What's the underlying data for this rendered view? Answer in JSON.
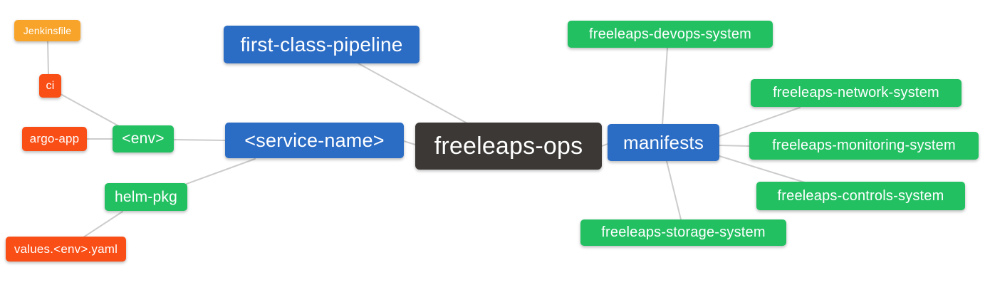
{
  "diagram": {
    "type": "mindmap",
    "background_color": "#ffffff",
    "edge_color": "#cccccc",
    "colors": {
      "root": "#3b3835",
      "branch": "#2b6cc4",
      "leaf_green": "#23c062",
      "leaf_red": "#f94e16",
      "leaf_orange": "#f8a42a",
      "text": "#ffffff"
    },
    "root": "freeleaps-ops",
    "nodes": {
      "jenkinsfile": {
        "label": "Jenkinsfile",
        "color": "#f8a42a"
      },
      "ci": {
        "label": "ci",
        "color": "#f94e16"
      },
      "argo_app": {
        "label": "argo-app",
        "color": "#f94e16"
      },
      "env": {
        "label": "<env>",
        "color": "#23c062"
      },
      "helm_pkg": {
        "label": "helm-pkg",
        "color": "#23c062"
      },
      "values_env_yaml": {
        "label": "values.<env>.yaml",
        "color": "#f94e16"
      },
      "service_name": {
        "label": "<service-name>",
        "color": "#2b6cc4"
      },
      "first_class_pipeline": {
        "label": "first-class-pipeline",
        "color": "#2b6cc4"
      },
      "freeleaps_ops": {
        "label": "freeleaps-ops",
        "color": "#3b3835"
      },
      "manifests": {
        "label": "manifests",
        "color": "#2b6cc4"
      },
      "devops_system": {
        "label": "freeleaps-devops-system",
        "color": "#23c062"
      },
      "network_system": {
        "label": "freeleaps-network-system",
        "color": "#23c062"
      },
      "monitoring_system": {
        "label": "freeleaps-monitoring-system",
        "color": "#23c062"
      },
      "controls_system": {
        "label": "freeleaps-controls-system",
        "color": "#23c062"
      },
      "storage_system": {
        "label": "freeleaps-storage-system",
        "color": "#23c062"
      }
    },
    "edges": [
      [
        "jenkinsfile",
        "ci"
      ],
      [
        "ci",
        "env"
      ],
      [
        "argo_app",
        "env"
      ],
      [
        "env",
        "service_name"
      ],
      [
        "helm_pkg",
        "service_name"
      ],
      [
        "values_env_yaml",
        "helm_pkg"
      ],
      [
        "first_class_pipeline",
        "freeleaps_ops"
      ],
      [
        "service_name",
        "freeleaps_ops"
      ],
      [
        "freeleaps_ops",
        "manifests"
      ],
      [
        "manifests",
        "devops_system"
      ],
      [
        "manifests",
        "network_system"
      ],
      [
        "manifests",
        "monitoring_system"
      ],
      [
        "manifests",
        "controls_system"
      ],
      [
        "manifests",
        "storage_system"
      ]
    ]
  }
}
